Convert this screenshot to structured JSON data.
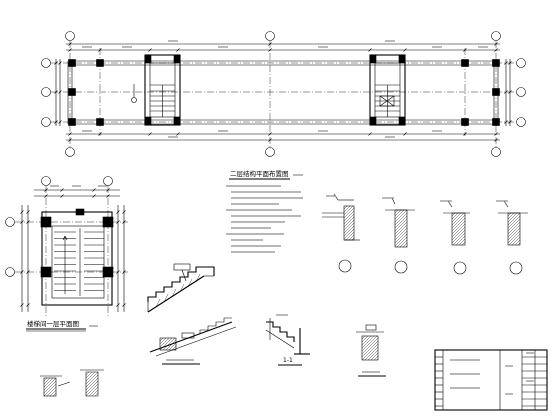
{
  "drawing": {
    "plan_title": "二层结构平面布置图",
    "stair_plan_title": "楼梯间一层平面图",
    "section_title": "1-1"
  },
  "colors": {
    "line": "#000000",
    "background": "#ffffff"
  }
}
